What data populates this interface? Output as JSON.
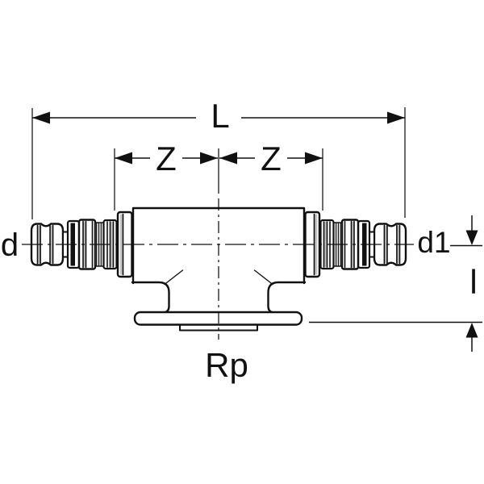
{
  "page": {
    "background": "#ffffff"
  },
  "drawing": {
    "type": "technical-dimension-drawing",
    "subject": "tee fitting with two press connection ends and threaded branch flange",
    "line_color": "#111111",
    "labels": {
      "overall_length": "L",
      "z_left": "Z",
      "z_right": "Z",
      "diameter_left": "d",
      "diameter_right": "d1",
      "branch_length": "l",
      "thread": "Rp"
    }
  }
}
